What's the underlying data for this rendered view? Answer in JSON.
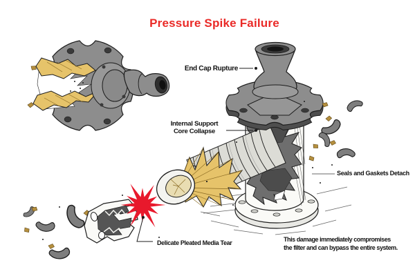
{
  "title": "Pressure Spike Failure",
  "callouts": {
    "end_cap": "End Cap Rupture",
    "core": {
      "line1": "Internal Support",
      "line2": "Core Collapse"
    },
    "seals": "Seals and Gaskets Detach",
    "media": "Delicate Pleated Media Tear"
  },
  "caption": {
    "line1": "This damage immediately compromises",
    "line2": "the filter and can bypass the entire system."
  },
  "colors": {
    "title-red": "#ea2a27",
    "burst-red": "#e8192c",
    "cap-gray": "#8d8d8d",
    "cap-dark": "#4e4e4e",
    "body-white": "#fafaf7",
    "media-tan": "#e6c36a",
    "media-dark": "#8a6a22",
    "debris-gold": "#b58f3e"
  }
}
